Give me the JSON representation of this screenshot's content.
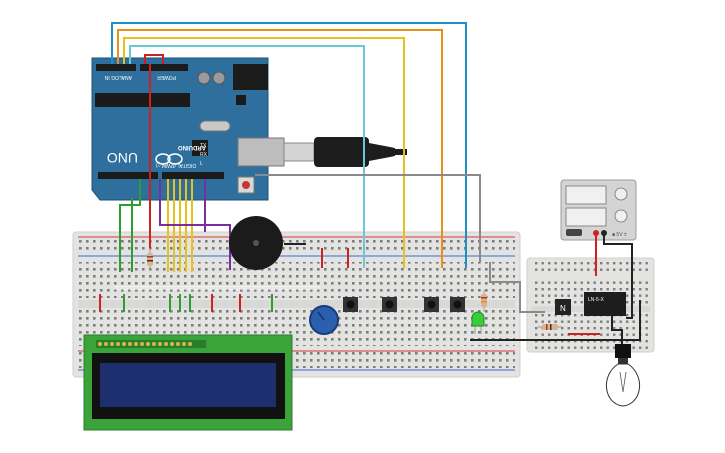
{
  "colors": {
    "arduino_board": "#2e6f9e",
    "breadboard": "#e6e6e4",
    "lcd_board": "#3aa33a",
    "lcd_screen": "#1d2f6e",
    "wire_blue": "#1e90c8",
    "wire_orange": "#e8901c",
    "wire_yellow": "#e8c21c",
    "wire_cyan": "#6cc7d6",
    "wire_green": "#2e9e2e",
    "wire_red": "#cc2222",
    "wire_purple": "#7a2e9e",
    "wire_grey": "#8a8a8a",
    "wire_black": "#222222"
  },
  "arduino": {
    "brand": "ARDUINO",
    "model": "UNO",
    "analog_label": "ANALOG IN",
    "power_label": "POWER",
    "digital_label": "DIGITAL (PWM ~)",
    "tx_label": "TX",
    "rx_label": "RX",
    "l_label": "L"
  },
  "components": {
    "transistor_label": "N",
    "relay_label": "LN-5-X",
    "power_supply_label": "■ 5V ±"
  },
  "icons": {
    "lamp": "bulb-icon",
    "buzzer": "buzzer-icon",
    "potentiometer": "knob-icon"
  }
}
